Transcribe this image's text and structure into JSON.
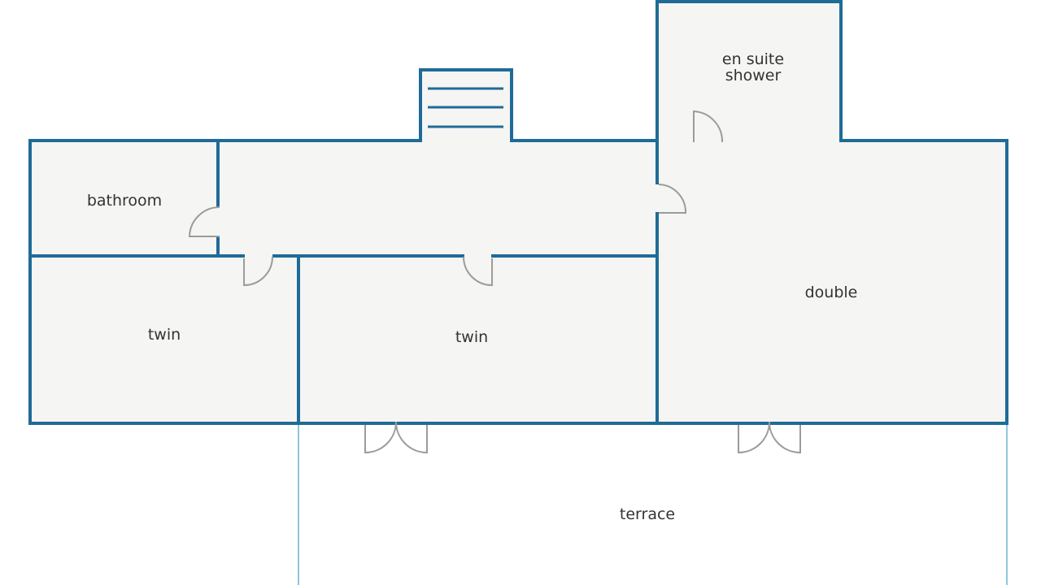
{
  "plan": {
    "rooms": {
      "bathroom": "bathroom",
      "en_suite_line1": "en suite",
      "en_suite_line2": "shower",
      "twin_left": "twin",
      "twin_center": "twin",
      "double": "double",
      "terrace": "terrace"
    },
    "colors": {
      "wall": "#1f6b98",
      "floor": "#f5f5f4",
      "door": "#9b9b9b",
      "terrace_edge": "#8ec6de"
    },
    "icons": {
      "stairs": "stairs-icon",
      "door": "door-swing-icon"
    }
  }
}
